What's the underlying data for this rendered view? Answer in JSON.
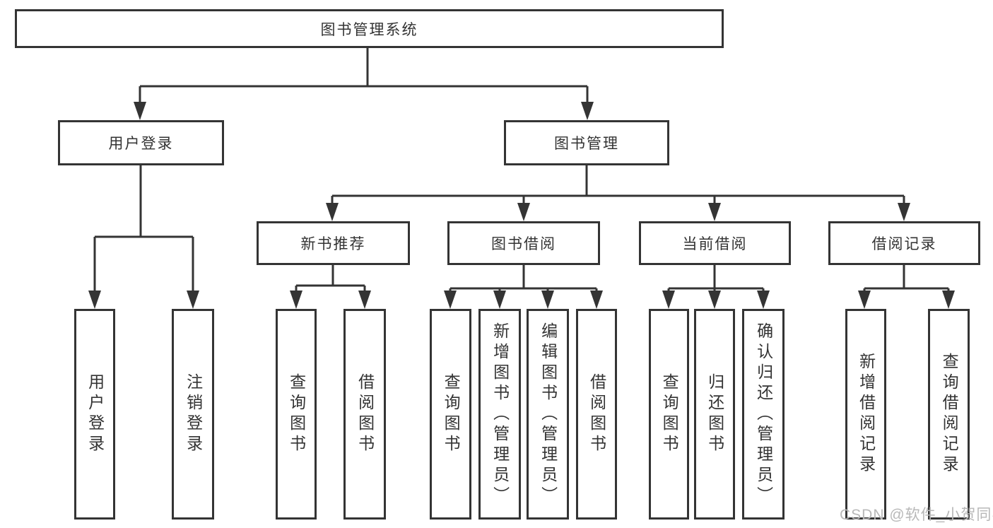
{
  "tree": {
    "label": "图书管理系统",
    "children": [
      {
        "label": "用户登录",
        "children": [
          {
            "label": "用户登录"
          },
          {
            "label": "注销登录"
          }
        ]
      },
      {
        "label": "图书管理",
        "children": [
          {
            "label": "新书推荐",
            "children": [
              {
                "label": "查询图书"
              },
              {
                "label": "借阅图书"
              }
            ]
          },
          {
            "label": "图书借阅",
            "children": [
              {
                "label": "查询图书"
              },
              {
                "label": "新增图书（管理员）"
              },
              {
                "label": "编辑图书（管理员）"
              },
              {
                "label": "借阅图书"
              }
            ]
          },
          {
            "label": "当前借阅",
            "children": [
              {
                "label": "查询图书"
              },
              {
                "label": "归还图书"
              },
              {
                "label": "确认归还（管理员）"
              }
            ]
          },
          {
            "label": "借阅记录",
            "children": [
              {
                "label": "新增借阅记录"
              },
              {
                "label": "查询借阅记录"
              }
            ]
          }
        ]
      }
    ]
  },
  "watermark": "CSDN @软件_小贺同学",
  "colors": {
    "line": "#343434",
    "text": "#333333",
    "watermark": "#b8b8b8",
    "background": "#ffffff"
  }
}
